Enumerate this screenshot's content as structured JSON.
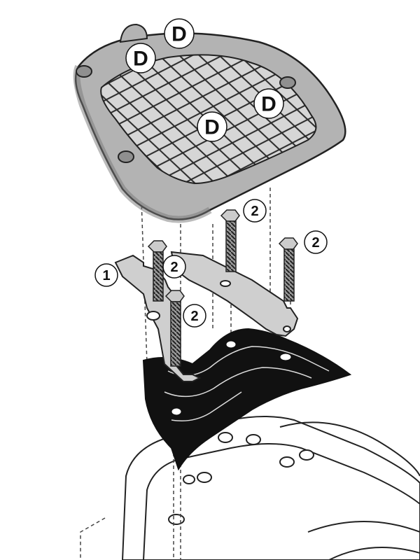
{
  "callouts": {
    "plate_marker": "D",
    "bracket": "1",
    "bolt": "2"
  },
  "colors": {
    "plate_gray": "#b3b3b3",
    "plate_dark": "#8f8f8f",
    "grid_fill": "#d9d9d9",
    "bracket_gray": "#cccccc",
    "rack_black": "#111111",
    "outline": "#222222"
  }
}
